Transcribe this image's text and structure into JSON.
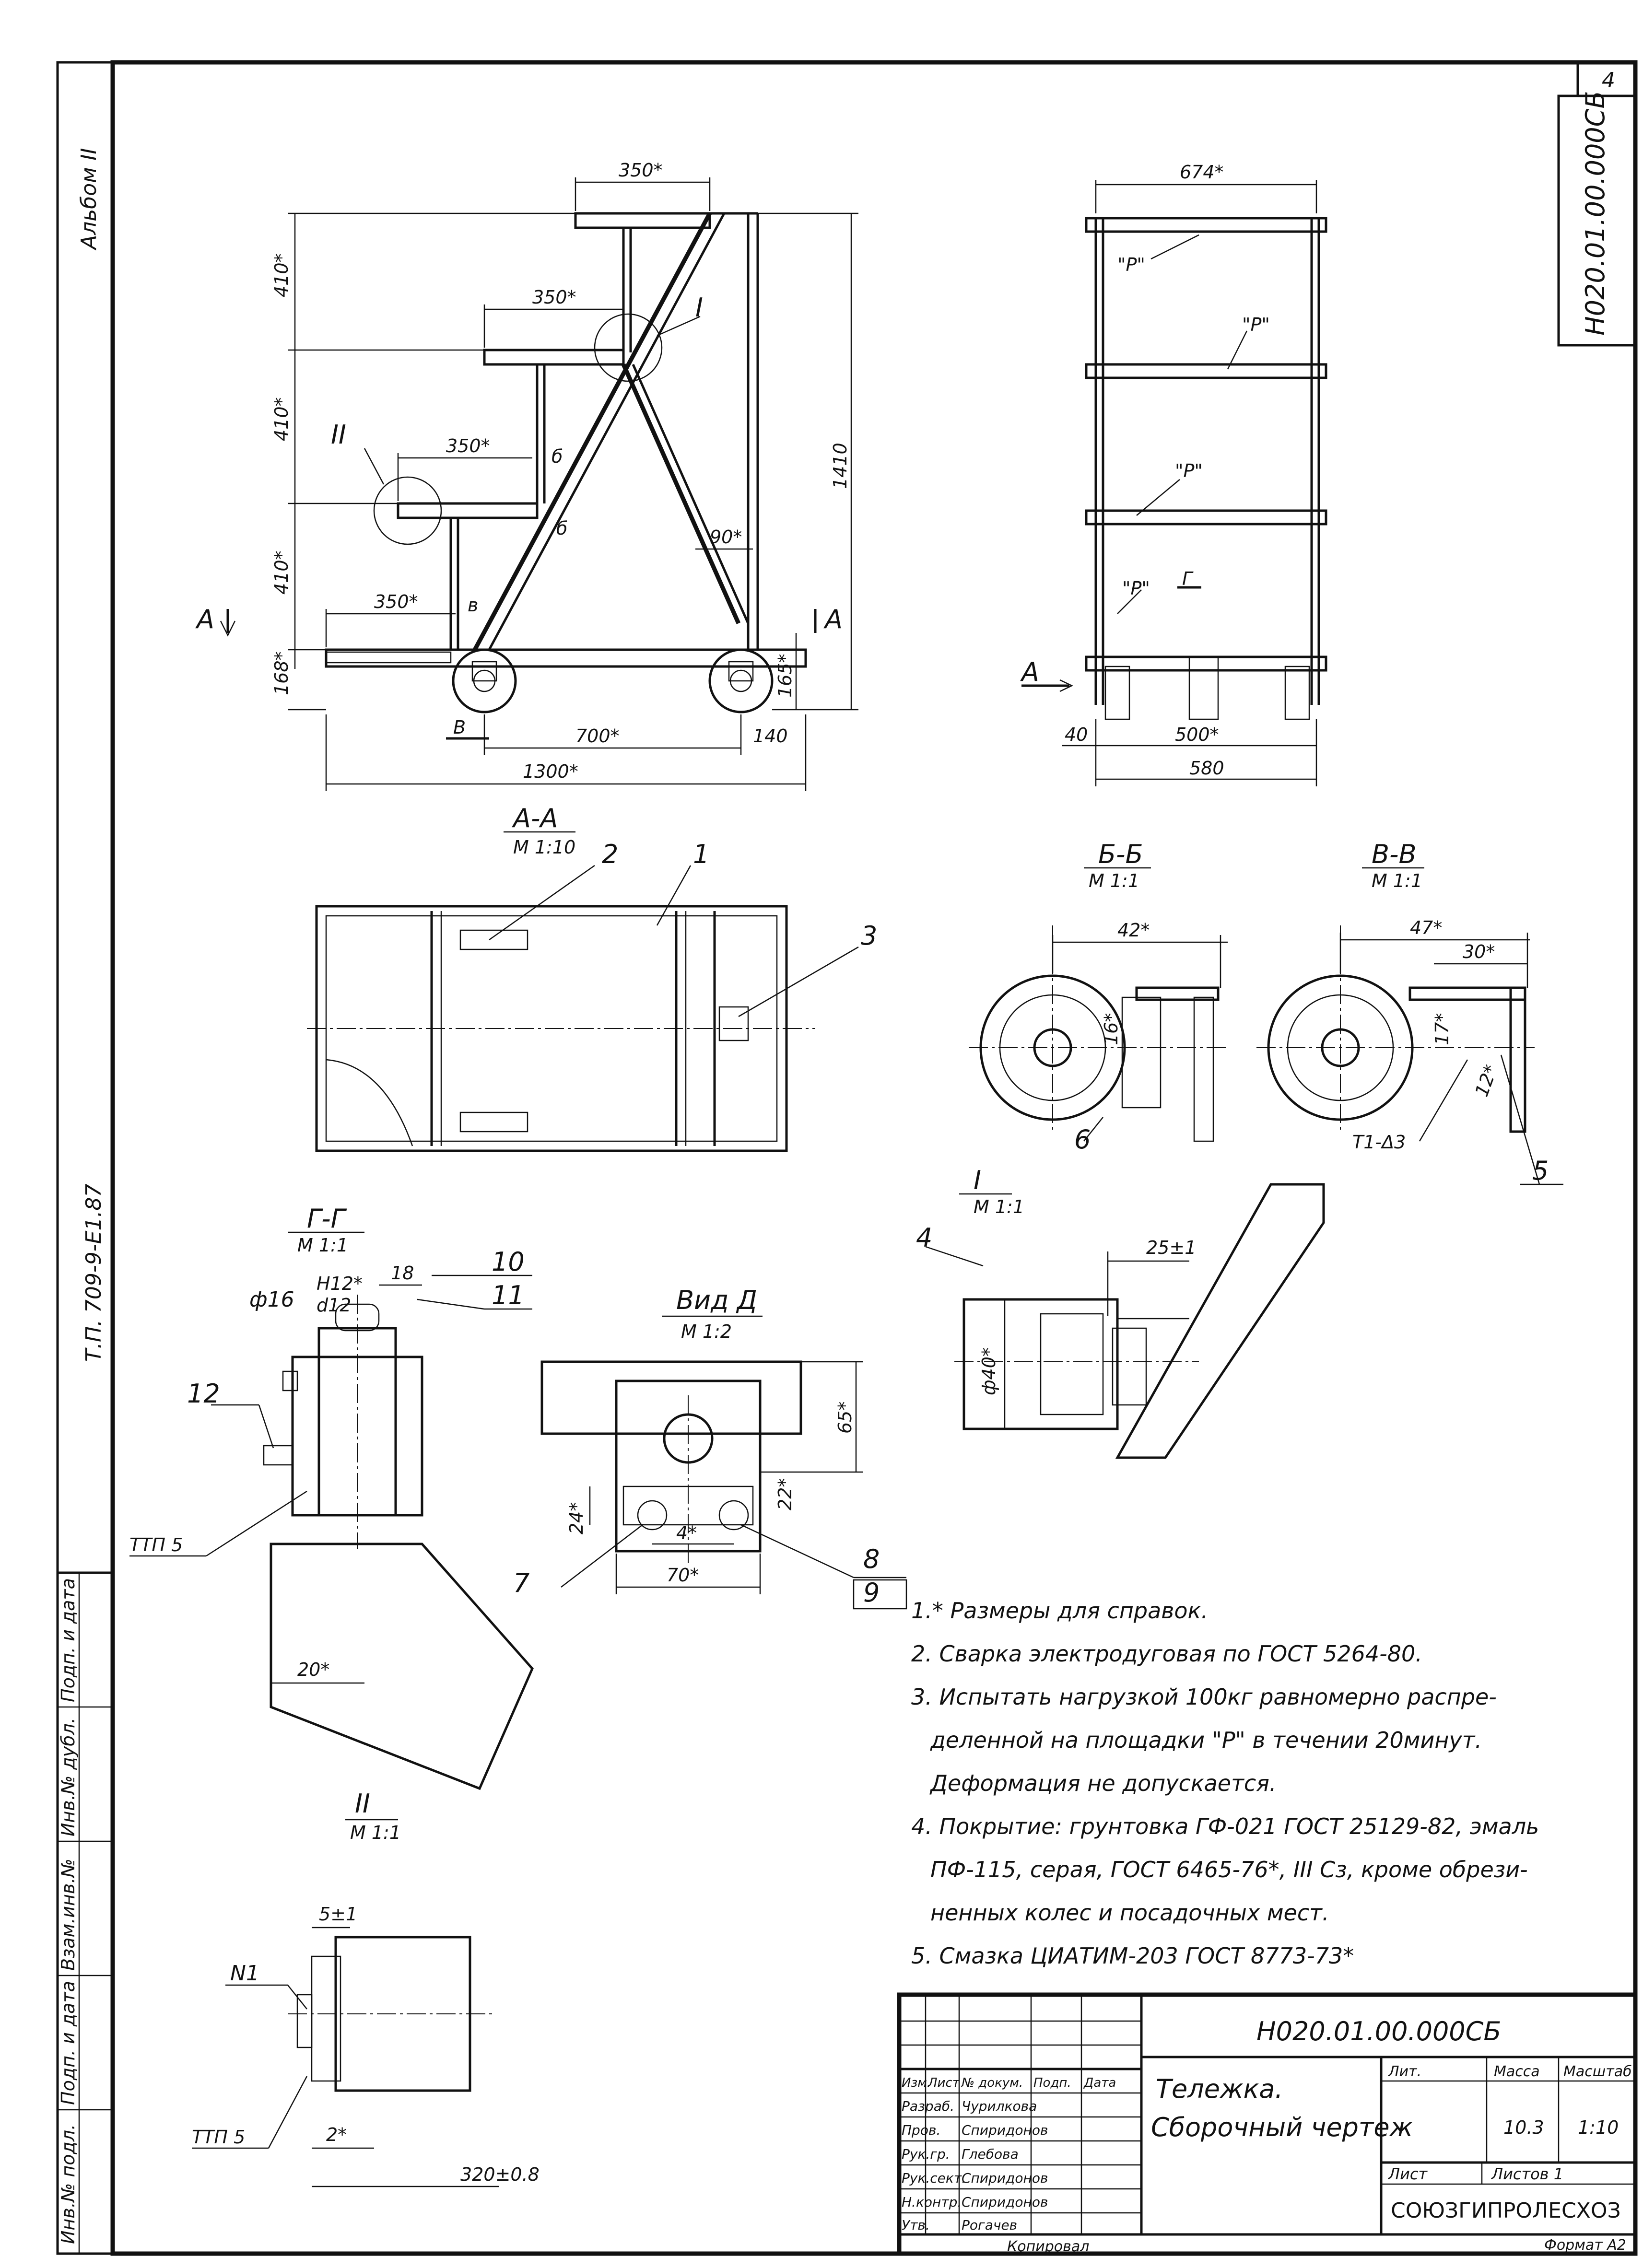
{
  "sheet": {
    "page_number": "4",
    "doc_code_vertical": "Н020.01.00.000СБ",
    "album": "Альбом II",
    "tp_number": "Т.П. 709-9-Е1.87"
  },
  "left_strip": {
    "labels": [
      "Инв.№ подл.",
      "Подп. и дата",
      "Взам.инв.№",
      "Инв.№ дубл.",
      "Подп. и дата"
    ]
  },
  "main_view": {
    "dim_top_350": "350*",
    "dim_350_2": "350*",
    "dim_350_3": "350*",
    "dim_350_4": "350*",
    "dim_410_1": "410*",
    "dim_410_2": "410*",
    "dim_410_3": "410*",
    "dim_168": "168*",
    "dim_1410": "1410",
    "dim_165": "165*",
    "dim_90": "90*",
    "dim_700": "700*",
    "dim_140": "140",
    "dim_1300": "1300*",
    "callout_I": "I",
    "callout_II": "II",
    "section_A_left": "A",
    "section_A_right": "A",
    "marker_B": "В",
    "marker_b1": "б",
    "marker_b2": "б",
    "marker_v": "в"
  },
  "side_view": {
    "dim_674": "674*",
    "p1": "\"P\"",
    "p2": "\"P\"",
    "p3": "\"P\"",
    "p4": "\"P\"",
    "marker_G": "Г",
    "marker_A": "A",
    "dim_40": "40",
    "dim_500": "500*",
    "dim_580": "580"
  },
  "section_AA": {
    "title": "А-А",
    "scale": "М 1:10",
    "pos1": "1",
    "pos2": "2",
    "pos3": "3"
  },
  "section_BB": {
    "title": "Б-Б",
    "scale": "М 1:1",
    "dim_42": "42*",
    "dim_16": "16*",
    "pos6": "6"
  },
  "section_VV": {
    "title": "В-В",
    "scale": "М 1:1",
    "dim_47": "47*",
    "dim_30": "30*",
    "dim_17": "17*",
    "dim_12": "12*",
    "weld": "Т1-Δ3",
    "pos5": "5"
  },
  "detail_I": {
    "title": "I",
    "scale": "М 1:1",
    "pos4": "4",
    "dim_25": "25±1",
    "dim_d40": "ф40*"
  },
  "section_GG": {
    "title": "Г-Г",
    "scale": "М 1:1",
    "dim_d16": "ф16",
    "fit_top": "H12*",
    "fit_bottom": "d12",
    "dim_18": "18",
    "pos10": "10",
    "pos11": "11",
    "pos12": "12",
    "weld": "ТТП 5",
    "dim_20": "20*",
    "detail_II_title": "II",
    "detail_II_scale": "М 1:1"
  },
  "view_D": {
    "title": "Вид Д",
    "scale": "М 1:2",
    "dim_65": "65*",
    "dim_24": "24*",
    "dim_22": "22*",
    "dim_4": "4*",
    "dim_70": "70*",
    "pos7": "7",
    "pos8": "8",
    "pos9": "9"
  },
  "bottom_detail": {
    "dim_5": "5±1",
    "n1": "N1",
    "weld": "ТТП 5",
    "dim_2": "2*",
    "dim_320": "320±0.8"
  },
  "notes": [
    "1.* Размеры для справок.",
    "2. Сварка электродуговая по ГОСТ 5264-80.",
    "3. Испытать нагрузкой 100кг равномерно распре-",
    "деленной на площадки \"P\" в течении 20минут.",
    "Деформация не допускается.",
    "4. Покрытие: грунтовка ГФ-021 ГОСТ 25129-82, эмаль",
    "ПФ-115, серая, ГОСТ 6465-76*, III Сз, кроме обрези-",
    "ненных колес и посадочных мест.",
    "5. Смазка ЦИАТИМ-203 ГОСТ 8773-73*"
  ],
  "title_block": {
    "doc_code": "Н020.01.00.000СБ",
    "name_line1": "Тележка.",
    "name_line2": "Сборочный чертеж",
    "col_lit": "Лит.",
    "col_mass": "Масса",
    "col_scale": "Масштаб",
    "mass_value": "10.3",
    "scale_value": "1:10",
    "sheet_label": "Лист",
    "sheets_label": "Листов 1",
    "org": "СОЮЗГИПРОЛЕСХОЗ",
    "format": "Формат А2",
    "copied": "Копировал",
    "header_cols": [
      "Изм.",
      "Лист",
      "№ докум.",
      "Подп.",
      "Дата"
    ],
    "rows": [
      {
        "role": "Разраб.",
        "name": "Чурилкова"
      },
      {
        "role": "Пров.",
        "name": "Спиридонов"
      },
      {
        "role": "Рук.гр.",
        "name": "Глебова"
      },
      {
        "role": "Рук.сект.",
        "name": "Спиридонов"
      },
      {
        "role": "Н.контр.",
        "name": "Спиридонов"
      },
      {
        "role": "Утв.",
        "name": "Рогачев"
      }
    ]
  }
}
